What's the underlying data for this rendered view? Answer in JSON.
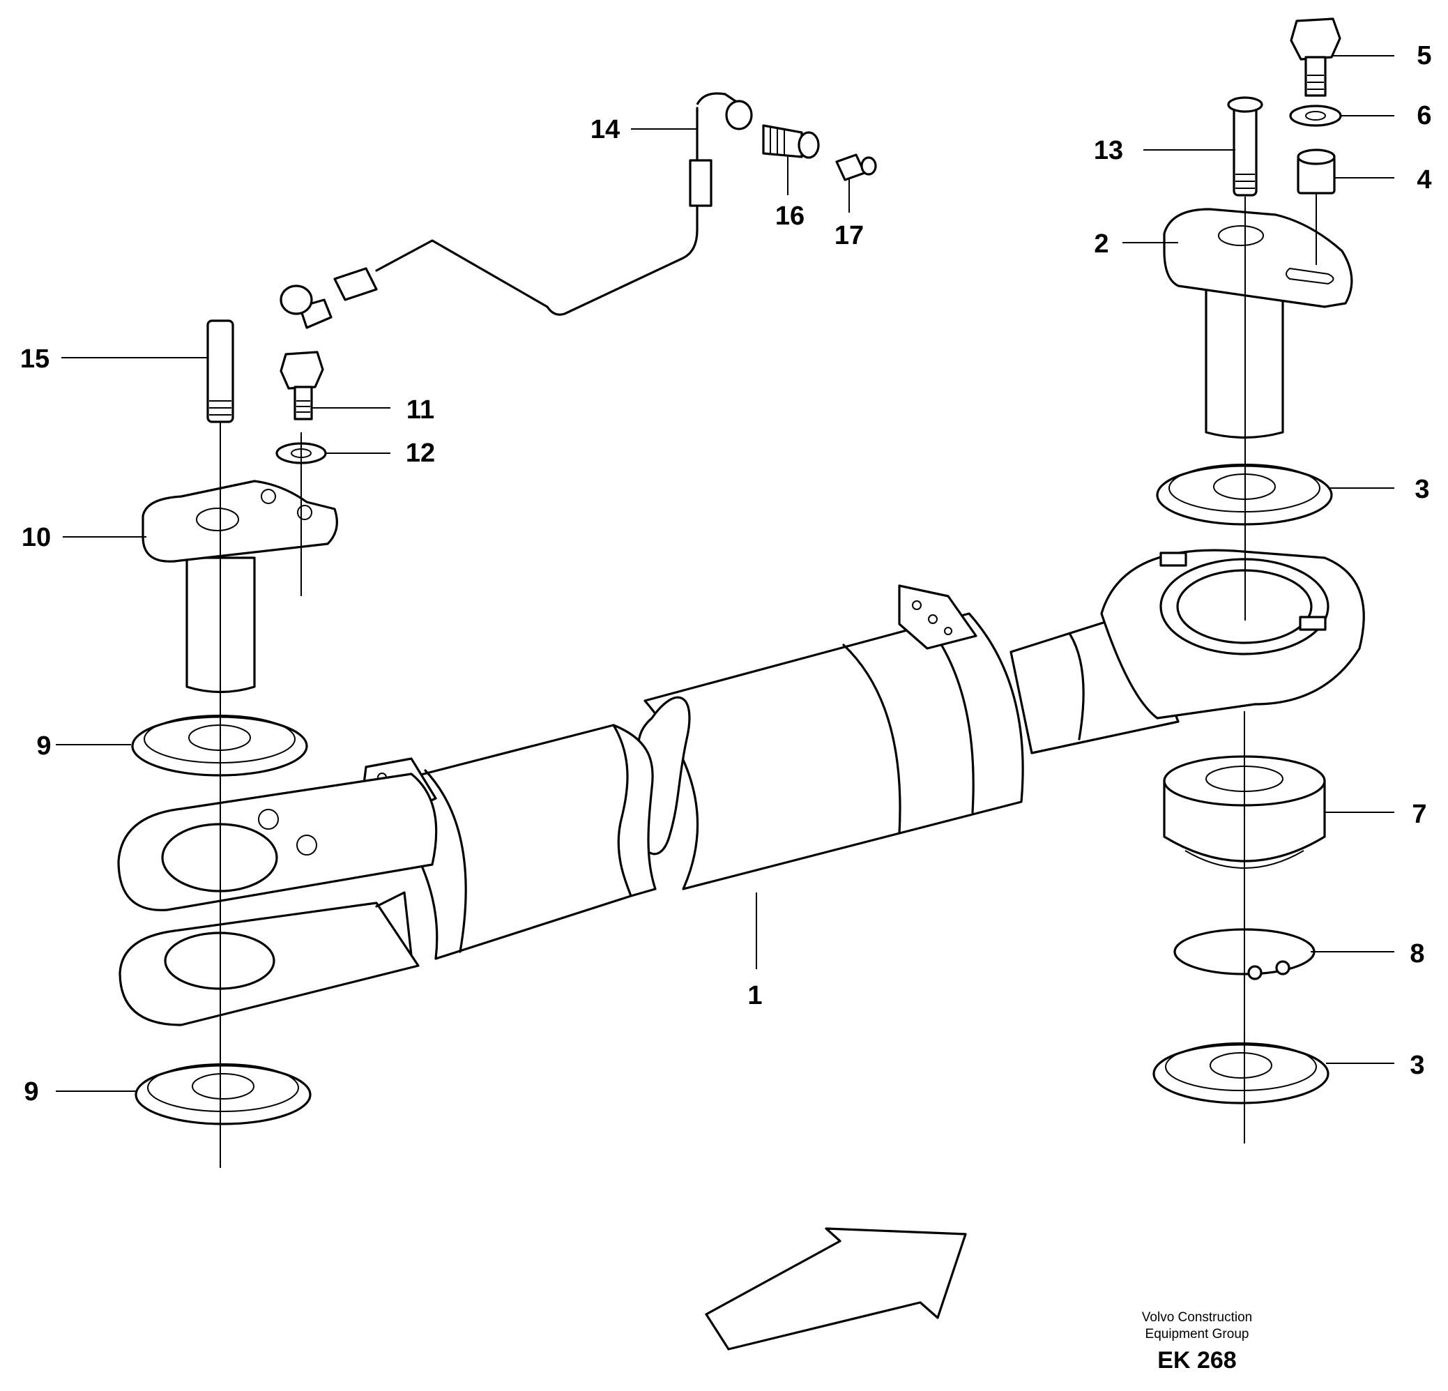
{
  "callouts": {
    "c1": "1",
    "c2": "2",
    "c3a": "3",
    "c3b": "3",
    "c4": "4",
    "c5": "5",
    "c6": "6",
    "c7": "7",
    "c8": "8",
    "c9a": "9",
    "c9b": "9",
    "c10": "10",
    "c11": "11",
    "c12": "12",
    "c13": "13",
    "c14": "14",
    "c15": "15",
    "c16": "16",
    "c17": "17"
  },
  "footer": {
    "line1": "Volvo Construction",
    "line2": "Equipment Group",
    "code": "EK 268"
  }
}
